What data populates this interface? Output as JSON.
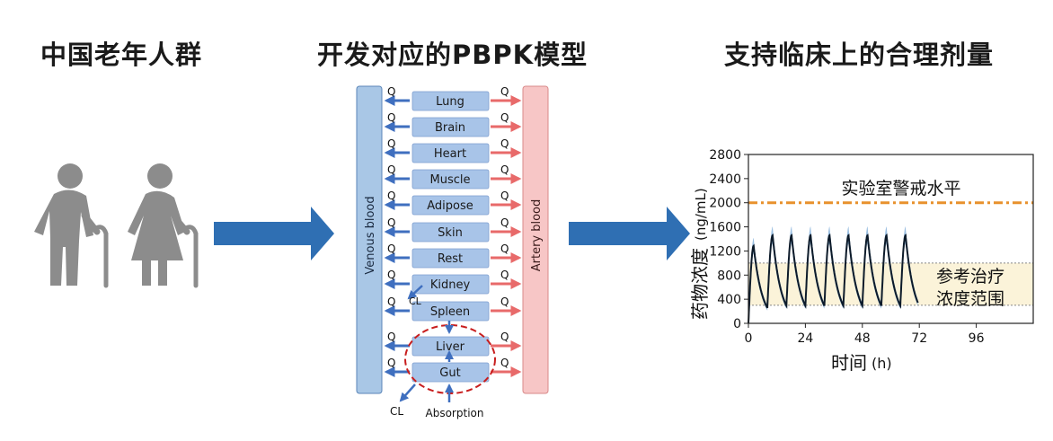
{
  "headings": {
    "population": "中国老年人群",
    "model": "开发对应的PBPK模型",
    "dosing": "支持临床上的合理剂量"
  },
  "icons": [
    "elderly-man-with-cane-icon",
    "elderly-woman-with-cane-icon"
  ],
  "pbpk": {
    "venous_label": "Venous blood",
    "artery_label": "Artery blood",
    "flow_label": "Q",
    "clearance_label": "CL",
    "absorption_label": "Absorption",
    "organs": [
      "Lung",
      "Brain",
      "Heart",
      "Muscle",
      "Adipose",
      "Skin",
      "Rest",
      "Kidney",
      "Spleen",
      "Liver",
      "Gut"
    ],
    "colors": {
      "venous": "#a9c7e6",
      "artery": "#f7c6c6",
      "organ": "#a8c4e8",
      "arrow_blue": "#3f6fbf",
      "arrow_red": "#e86a6a",
      "flow_arrow": "#2f6fb3",
      "loop": "#c81e1e"
    }
  },
  "chart_data": {
    "type": "line",
    "xlabel": "时间",
    "xlabel_unit": "(h)",
    "ylabel": "药物浓度",
    "ylabel_unit": "(ng/mL)",
    "xlim": [
      0,
      120
    ],
    "ylim": [
      0,
      2800
    ],
    "xticks": [
      0,
      24,
      48,
      72,
      96
    ],
    "yticks": [
      0,
      400,
      800,
      1200,
      1600,
      2000,
      2400,
      2800
    ],
    "dosing_interval_h": 8,
    "dose_count": 9,
    "peak_value": 1460,
    "trough_value": 290,
    "band_halfwidth": 120,
    "alert_line": {
      "value": 2000,
      "label": "实验室警戒水平",
      "color": "#e8912d"
    },
    "therapeutic_range": {
      "min": 300,
      "max": 1000,
      "label_line1": "参考治疗",
      "label_line2": "浓度范围",
      "fill": "#fbf3d9"
    },
    "colors": {
      "mean": "#0d1b2a",
      "band": "#8ab4dc"
    }
  }
}
